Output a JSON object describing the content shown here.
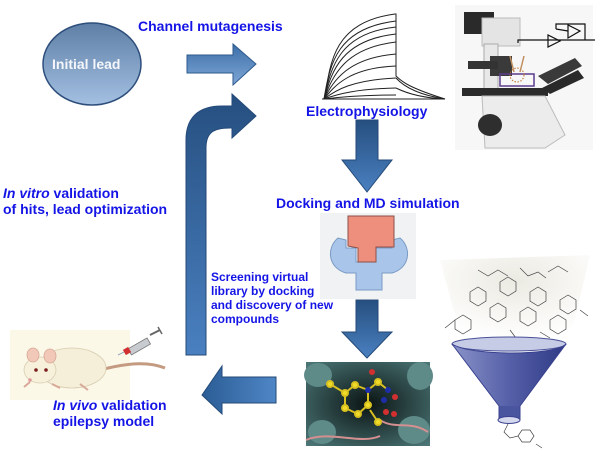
{
  "nodes": {
    "initial_lead": "Initial lead",
    "channel_mutagenesis": "Channel mutagenesis",
    "electrophysiology": "Electrophysiology",
    "docking_md": "Docking and MD simulation",
    "screening": [
      "Screening virtual",
      "library by docking",
      "and discovery of new",
      "compounds"
    ],
    "in_vitro": {
      "italic": "In vitro",
      "rest_line1": " validation",
      "line2": "of hits, lead optimization"
    },
    "in_vivo": {
      "italic": "In vivo",
      "rest_line1": " validation",
      "line2": "epilepsy model"
    }
  },
  "images": {
    "current_traces": "electrophysiology current traces",
    "microscope": "patch-clamp microscope with amplifier circuit",
    "docking_icon": "ligand-receptor docking icon",
    "binding_pocket": "ligand in protein binding pocket",
    "funnel": "virtual library funnel of molecular structures",
    "rat": "rat with syringe"
  },
  "colors": {
    "label": "#1414e6",
    "arrow_dark": "#2b5d95",
    "arrow_light": "#5e8fc8",
    "ellipse_top": "#5f7fa6",
    "ellipse_bottom": "#9fbde0"
  }
}
